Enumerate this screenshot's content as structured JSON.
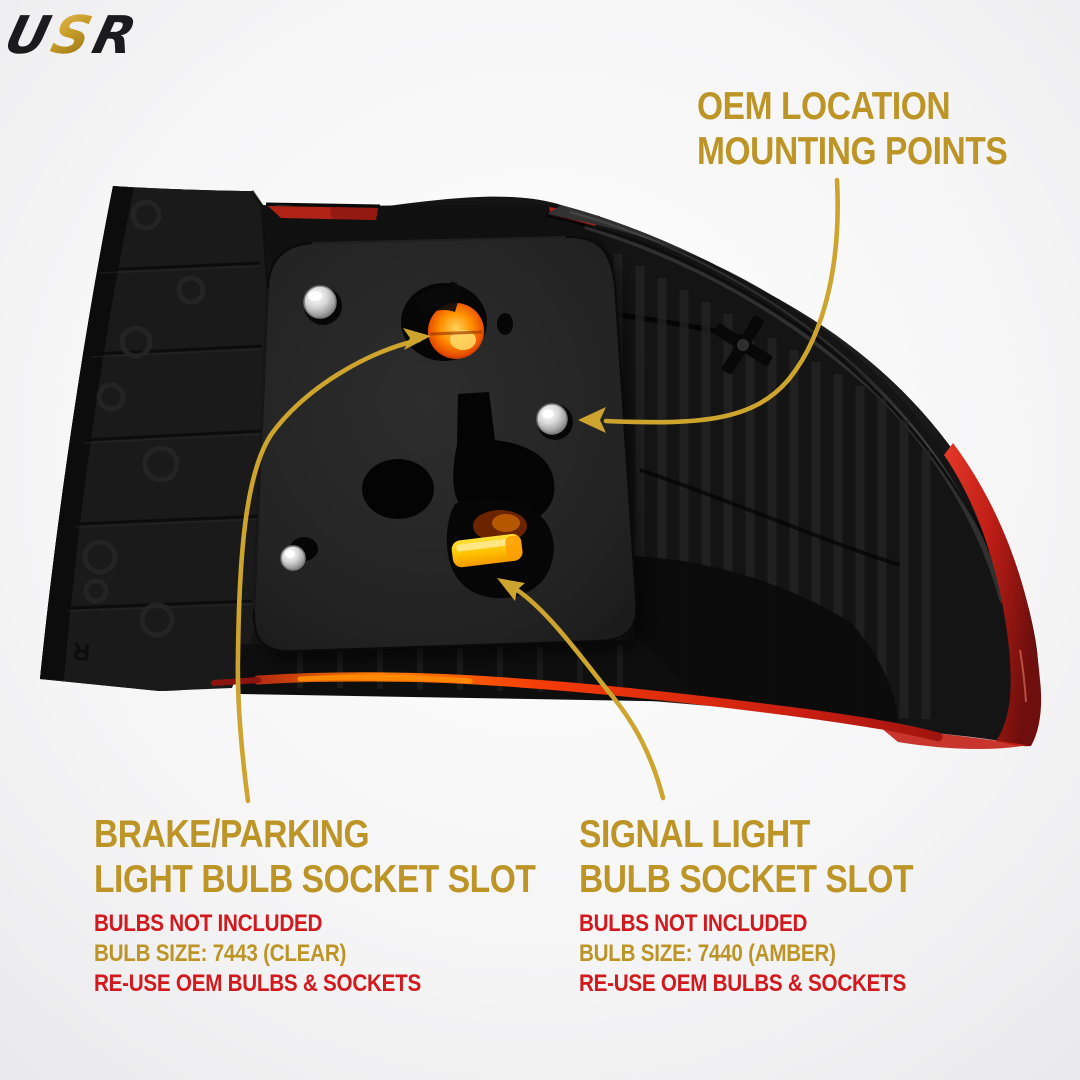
{
  "logo": {
    "u": "U",
    "s": "S",
    "r": "R"
  },
  "callouts": {
    "oem": {
      "lines": [
        "OEM LOCATION",
        "MOUNTING POINTS"
      ]
    },
    "brake": {
      "heading": [
        "BRAKE/PARKING",
        "LIGHT BULB SOCKET SLOT"
      ],
      "notes": [
        {
          "text": "BULBS NOT INCLUDED",
          "color": "#D2191D"
        },
        {
          "text": "BULB SIZE: 7443 (CLEAR)",
          "color": "#BD9527"
        },
        {
          "text": "RE-USE OEM BULBS & SOCKETS",
          "color": "#D2191D"
        }
      ]
    },
    "signal": {
      "heading": [
        "SIGNAL LIGHT",
        "BULB SOCKET SLOT"
      ],
      "notes": [
        {
          "text": "BULBS NOT INCLUDED",
          "color": "#D2191D"
        },
        {
          "text": "BULB SIZE: 7440 (AMBER)",
          "color": "#BD9527"
        },
        {
          "text": "RE-USE OEM BULBS & SOCKETS",
          "color": "#D2191D"
        }
      ]
    }
  },
  "colors": {
    "gold_text": "#BD9527",
    "red_text": "#D2191D",
    "arrow_gold": "#CCA42E",
    "amber_bulb": "#FF8A00",
    "signal_yellow": "#FFC400",
    "lens_red": "#C01E16"
  }
}
